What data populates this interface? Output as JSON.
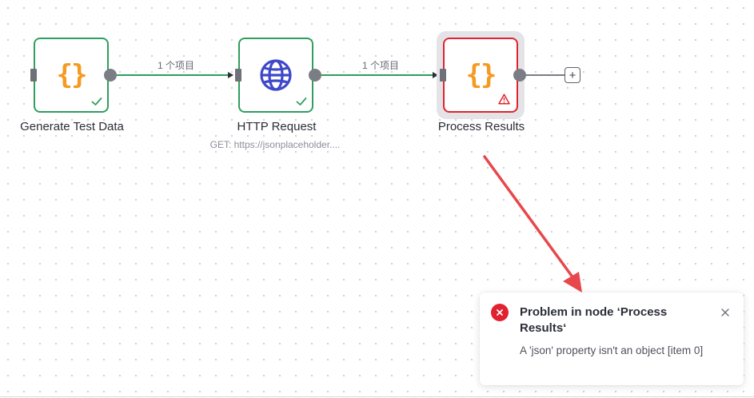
{
  "canvas": {
    "nodes": [
      {
        "id": "generate",
        "label": "Generate Test Data",
        "subtitle": "",
        "icon": "code-braces-icon",
        "status": "success"
      },
      {
        "id": "http",
        "label": "HTTP Request",
        "subtitle": "GET: https://jsonplaceholder....",
        "icon": "globe-icon",
        "status": "success"
      },
      {
        "id": "process",
        "label": "Process Results",
        "subtitle": "",
        "icon": "code-braces-icon",
        "status": "error"
      }
    ],
    "connections": [
      {
        "from": "generate",
        "to": "http",
        "label": "1 个项目"
      },
      {
        "from": "http",
        "to": "process",
        "label": "1 个项目"
      }
    ],
    "add_node_symbol": "+"
  },
  "toast": {
    "type": "error",
    "title": "Problem in node ‘Process Results‘",
    "message": "A 'json' property isn't an object [item 0]"
  },
  "colors": {
    "success": "#2f9e5f",
    "error": "#e0232e",
    "code_icon": "#f59a23",
    "globe_icon": "#3f48c9",
    "annotation_arrow": "#e8474b"
  }
}
